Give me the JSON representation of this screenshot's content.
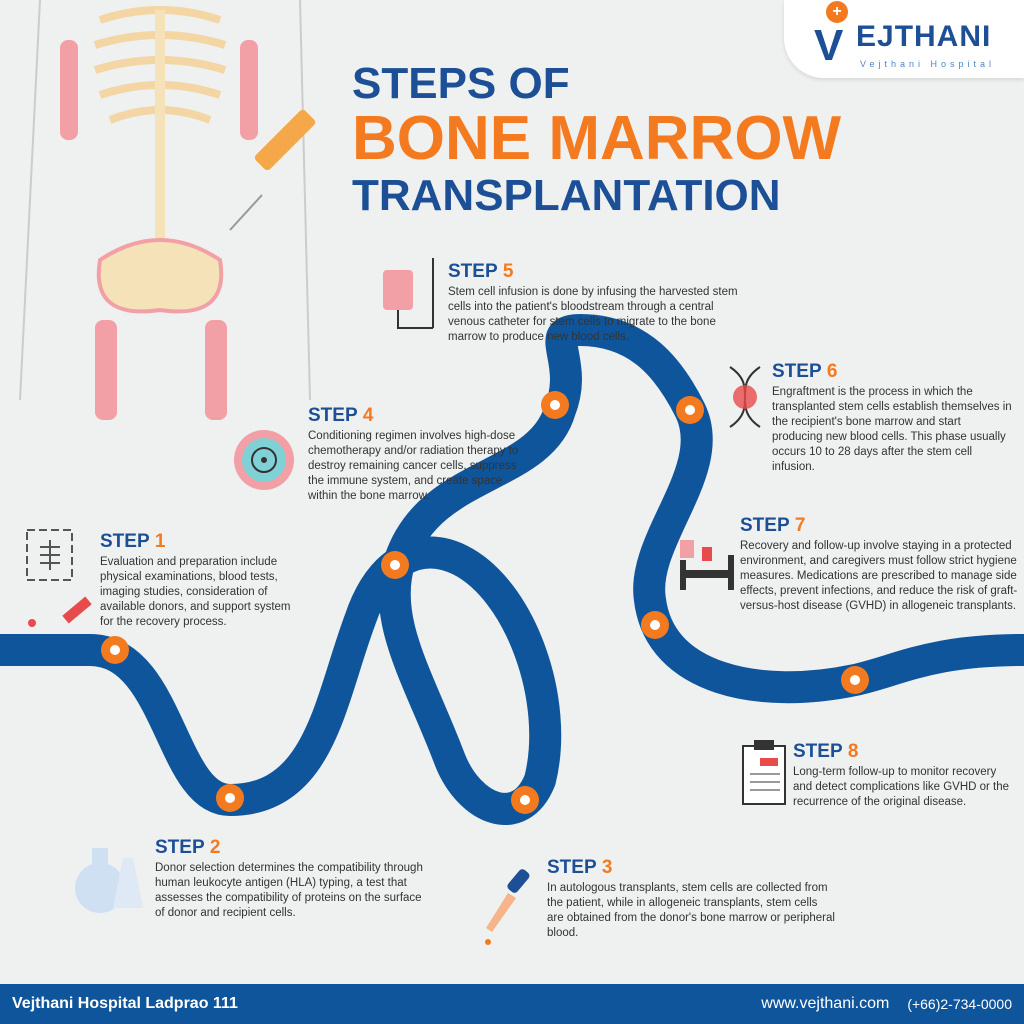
{
  "logo": {
    "name": "EJTHANI",
    "initial": "V",
    "subtitle": "Vejthani Hospital"
  },
  "title": {
    "line1": "STEPS OF",
    "line2": "BONE MARROW",
    "line3": "TRANSPLANTATION"
  },
  "steps": [
    {
      "word": "STEP",
      "num": "1",
      "text": "Evaluation and preparation include physical examinations, blood tests, imaging studies, consideration of available donors, and support system for the recovery process."
    },
    {
      "word": "STEP",
      "num": "2",
      "text": "Donor selection determines the compatibility through human leukocyte antigen (HLA) typing, a test that assesses the compatibility of proteins on the surface of donor and recipient cells."
    },
    {
      "word": "STEP",
      "num": "3",
      "text": "In autologous transplants, stem cells are collected from the patient, while in allogeneic transplants, stem cells are obtained from the donor's bone marrow or peripheral blood."
    },
    {
      "word": "STEP",
      "num": "4",
      "text": "Conditioning regimen involves high-dose chemotherapy and/or radiation therapy to destroy remaining cancer cells, suppress the immune system, and create space within the bone marrow."
    },
    {
      "word": "STEP",
      "num": "5",
      "text": "Stem cell infusion is done by infusing the harvested stem cells into the patient's bloodstream through a central venous catheter for stem cells to migrate to the bone marrow to produce new blood cells."
    },
    {
      "word": "STEP",
      "num": "6",
      "text": "Engraftment is the process in which the transplanted stem cells establish themselves in the recipient's bone marrow and start producing new blood cells. This phase usually occurs 10 to 28 days after the stem cell infusion."
    },
    {
      "word": "STEP",
      "num": "7",
      "text": "Recovery and follow-up involve staying in a protected environment, and caregivers must follow strict hygiene measures. Medications are prescribed to manage side effects, prevent infections, and reduce the risk of graft-versus-host disease (GVHD) in allogeneic transplants."
    },
    {
      "word": "STEP",
      "num": "8",
      "text": "Long-term follow-up to monitor recovery and detect complications like GVHD or the recurrence of the original disease."
    }
  ],
  "footer": {
    "hospital": "Vejthani Hospital Ladprao 111",
    "website": "www.vejthani.com",
    "phone": "(+66)2-734-0000"
  },
  "colors": {
    "blue": "#1c4f96",
    "orange": "#f47a20",
    "road": "#0f559b"
  }
}
